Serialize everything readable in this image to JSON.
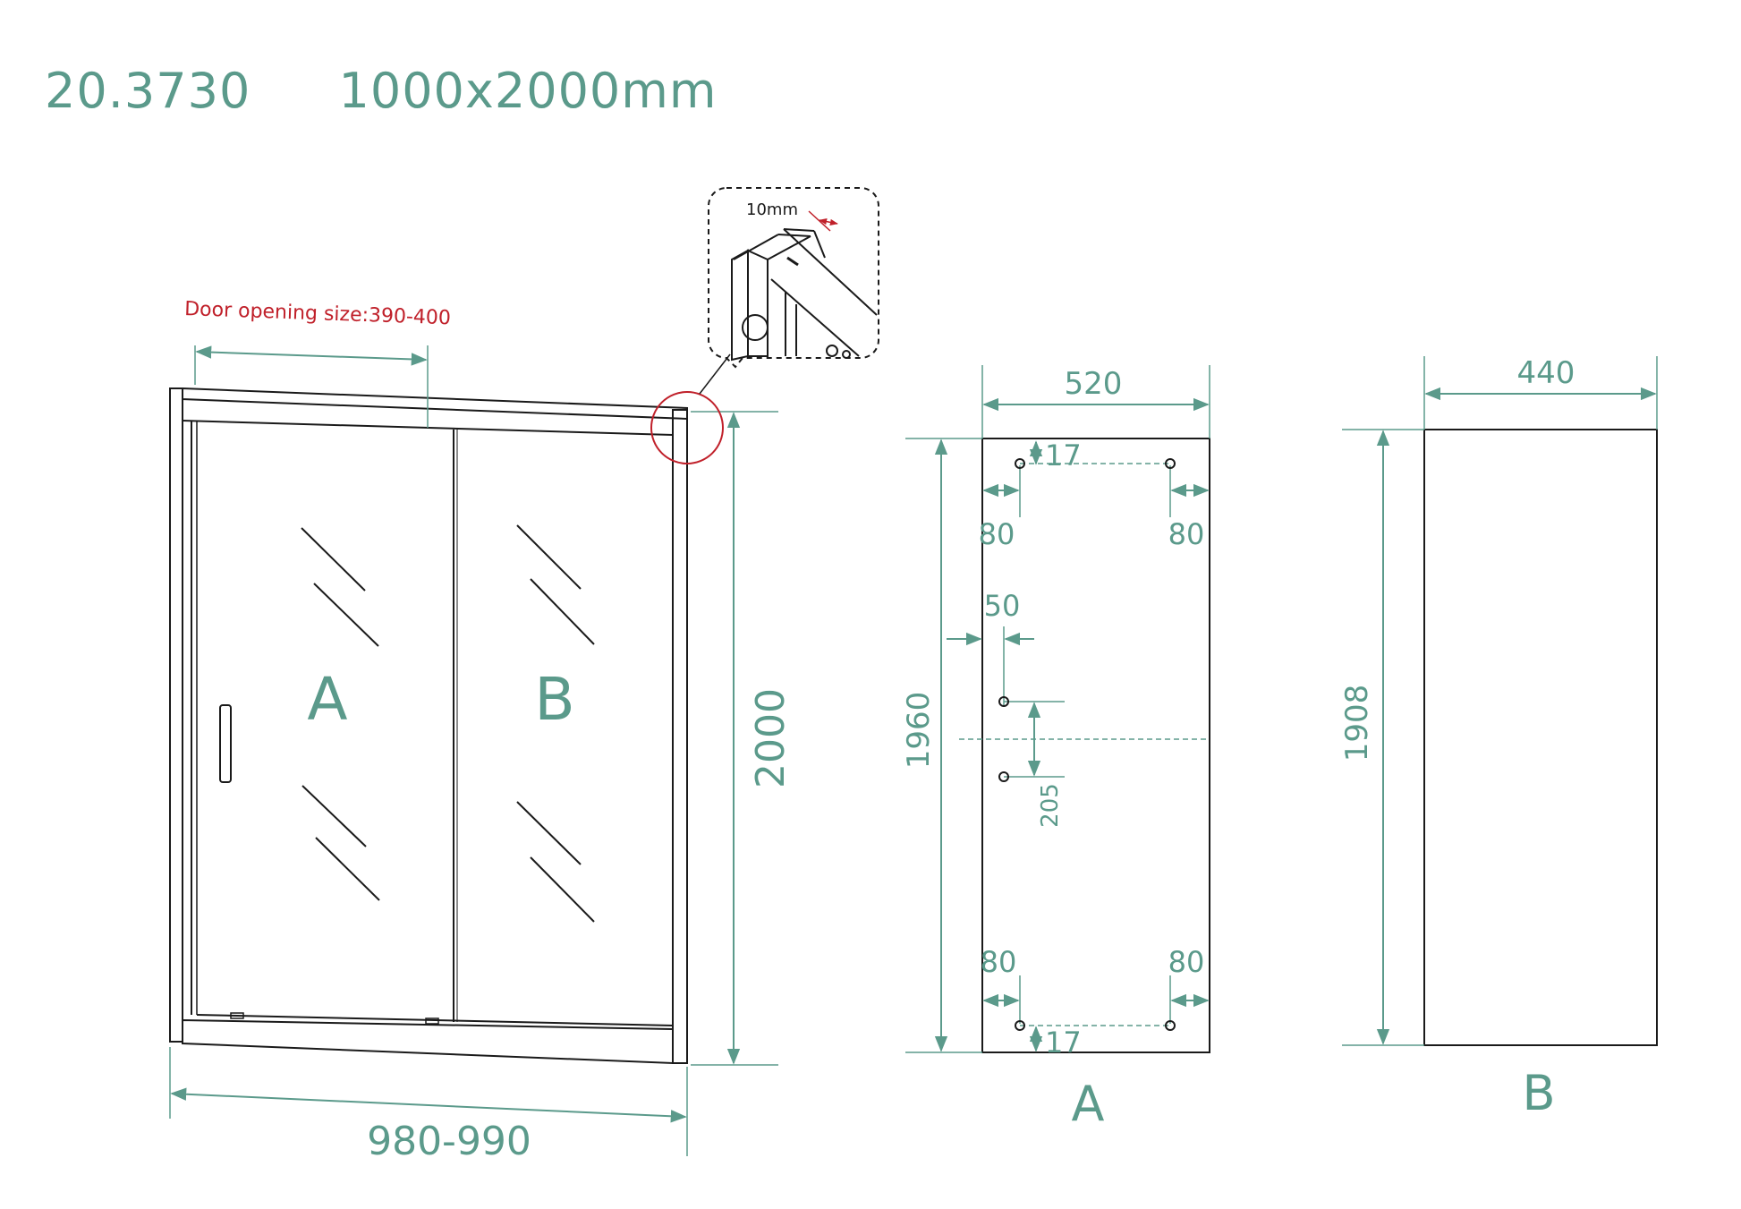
{
  "header": {
    "model_number": "20.3730",
    "size": "1000x2000mm"
  },
  "callout": {
    "opening_label": "Door opening size:390-400",
    "detail_gap": "10mm"
  },
  "front_view": {
    "panel_a": "A",
    "panel_b": "B",
    "height": "2000",
    "width": "980-990"
  },
  "panel_a_detail": {
    "width": "520",
    "height": "1960",
    "top_offset": "17",
    "bottom_offset": "17",
    "left_top": "80",
    "right_top": "80",
    "left_bottom": "80",
    "right_bottom": "80",
    "handle_offset": "50",
    "handle_spacing": "205",
    "label": "A"
  },
  "panel_b_detail": {
    "width": "440",
    "height": "1908",
    "label": "B"
  },
  "colors": {
    "dimension": "#5b9a8b",
    "line": "#1a1a1a",
    "accent_red": "#c0202a"
  }
}
